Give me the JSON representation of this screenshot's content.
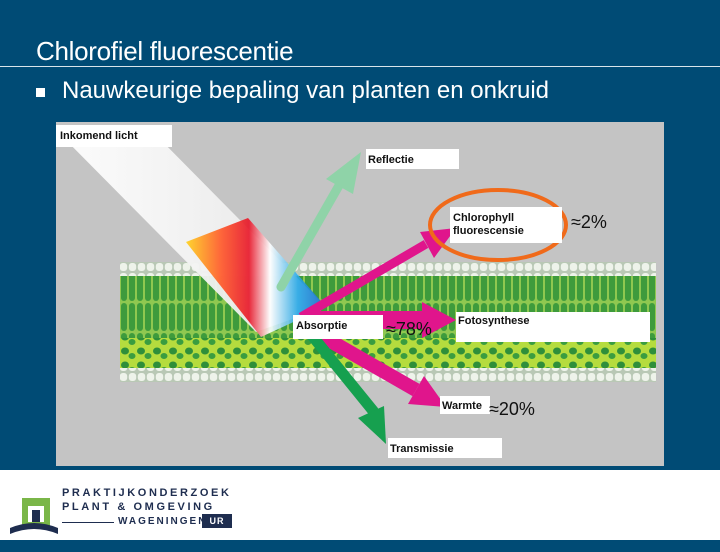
{
  "slide": {
    "title": "Chlorofiel fluorescentie",
    "bullet": "Nauwkeurige bepaling van planten en onkruid"
  },
  "diagram": {
    "labels": {
      "incoming": "Inkomend licht",
      "reflection": "Reflectie",
      "chlorophyll_line1": "Chlorophyll",
      "chlorophyll_line2": "fluorescensie",
      "chlorophyll_pct": "≈2%",
      "absorption": "Absorptie",
      "absorption_pct": "≈78%",
      "photosynthesis": "Fotosynthese",
      "heat": "Warmte",
      "heat_pct": "≈20%",
      "transmission": "Transmissie"
    },
    "colors": {
      "background": "#c4c4c4",
      "reflection_arrow": "#8fd3a8",
      "fluorescence_arrow": "#e0158c",
      "transmission_arrow": "#16a04f",
      "highlight_ellipse": "#f06a1a",
      "leaf_green": "#2f8f3a",
      "leaf_light": "#a6d63c"
    }
  },
  "footer": {
    "logo_line1": "PRAKTIJKONDERZOEK",
    "logo_line2": "PLANT & OMGEVING",
    "logo_line3": "WAGENINGEN",
    "logo_badge": "UR"
  }
}
